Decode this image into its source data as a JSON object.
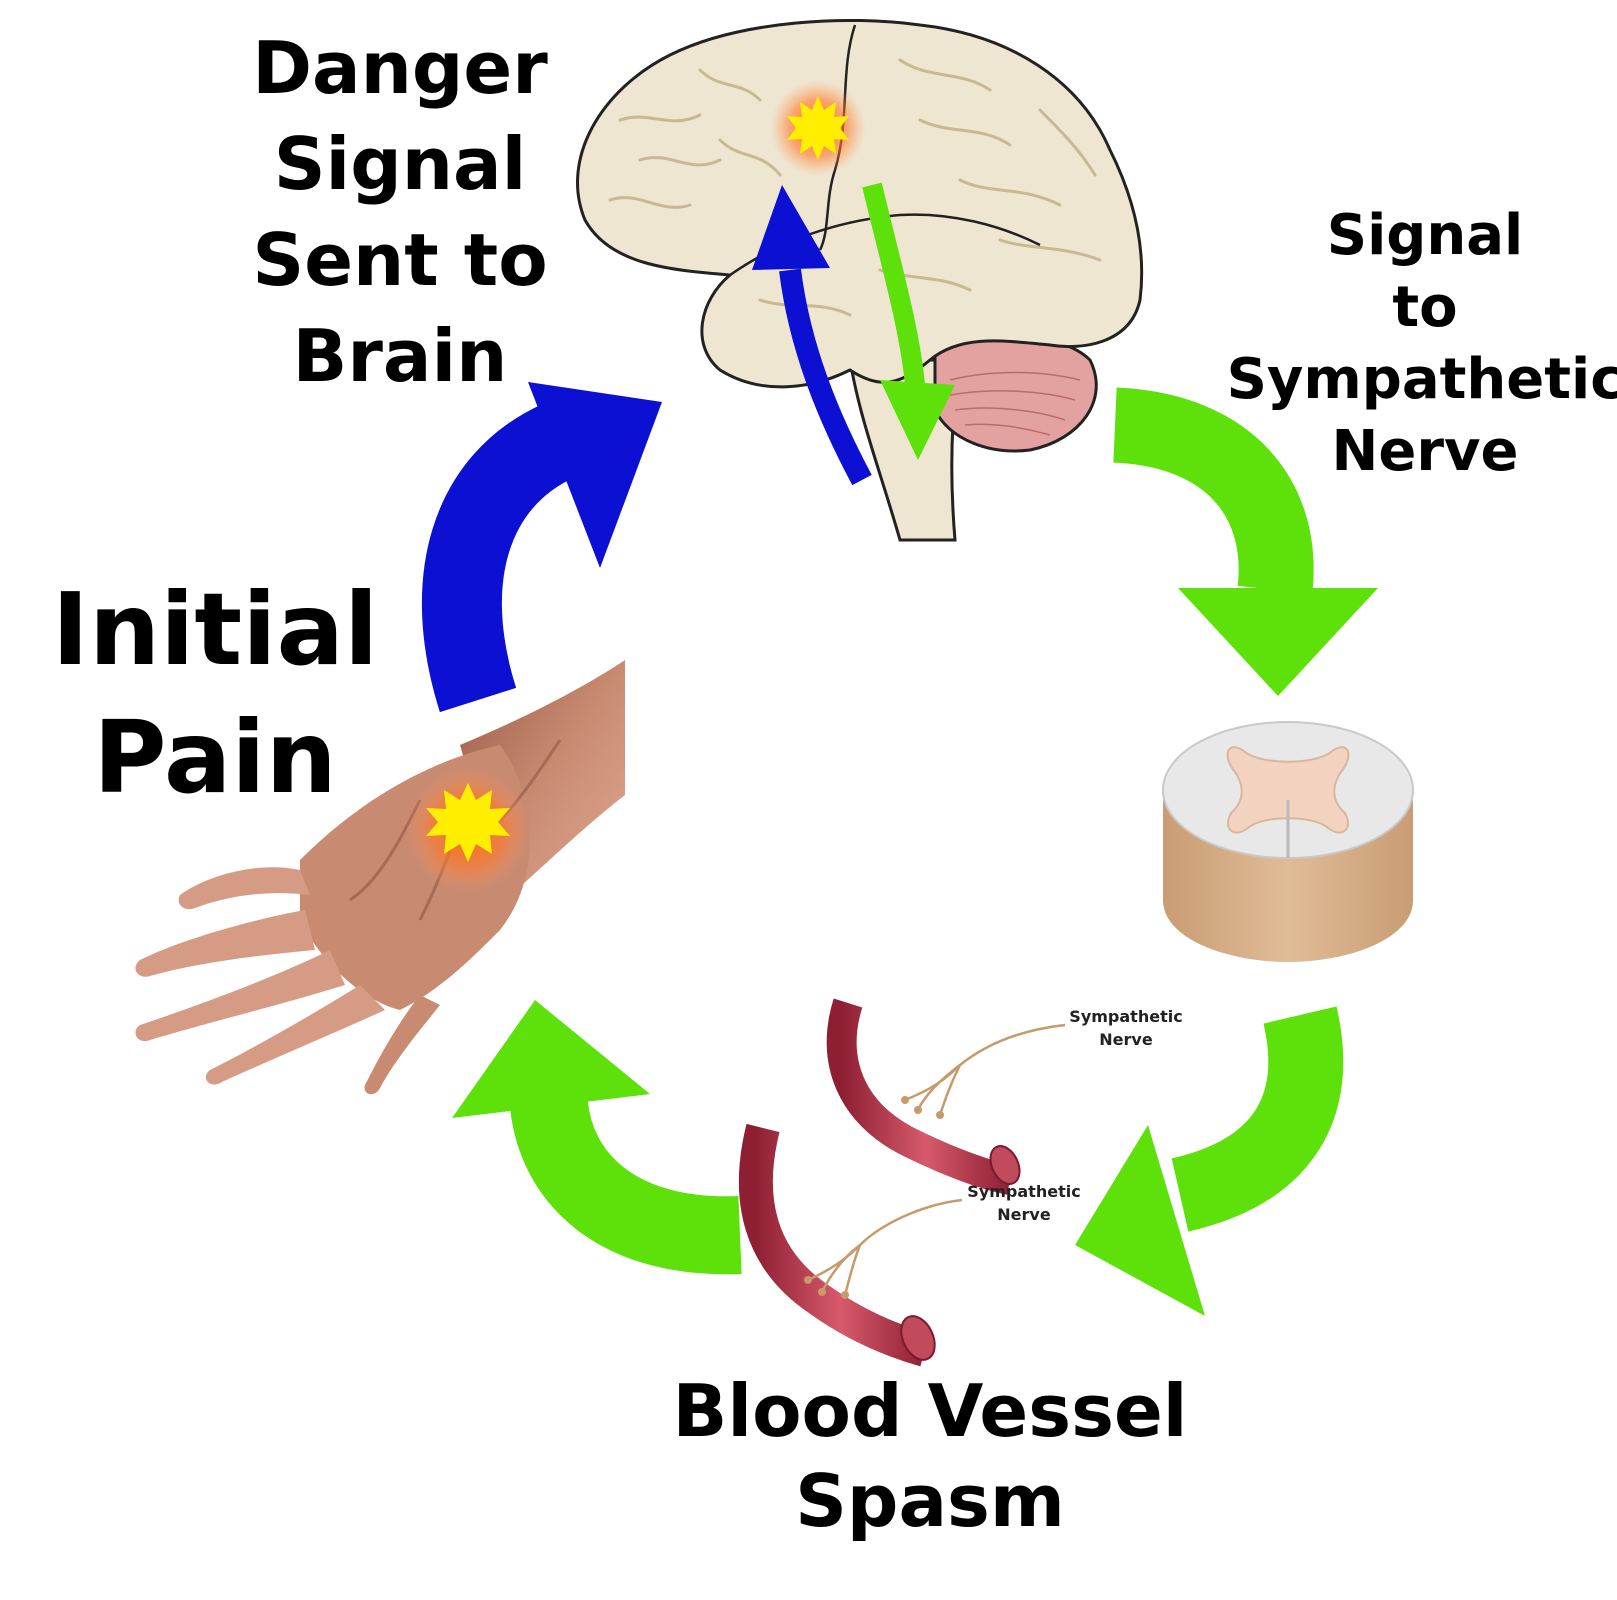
{
  "labels": {
    "danger": [
      "Danger",
      "Signal",
      "Sent to",
      "Brain"
    ],
    "signal": [
      "Signal",
      "to",
      "Sympathetic",
      "Nerve"
    ],
    "initial": [
      "Initial",
      "Pain"
    ],
    "blood": [
      "Blood Vessel",
      "Spasm"
    ],
    "vessel_top": [
      "Sympathetic",
      "Nerve"
    ],
    "vessel_bottom": [
      "Sympathetic",
      "Nerve"
    ]
  },
  "colors": {
    "green_arrow": "#5ee10a",
    "blue_arrow": "#0b10d2",
    "brain": "#efe6d2",
    "cerebellum": "#e3a1a0",
    "pain_burst": "#ffee00",
    "spinal_cord": "#d7b08a",
    "vessel": "#b8344a",
    "skin": "#c9876e"
  },
  "icons": [
    "brain-icon",
    "hand-icon",
    "spinal-cord-icon",
    "blood-vessel-icon",
    "pain-burst-icon"
  ]
}
